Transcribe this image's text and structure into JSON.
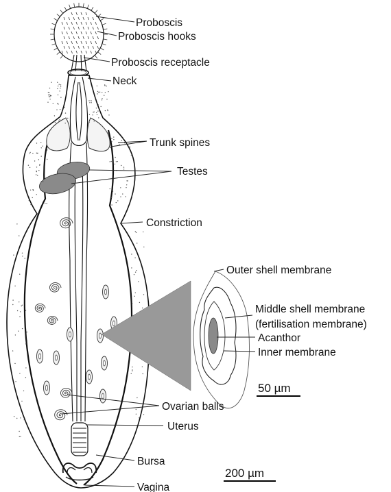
{
  "labels": {
    "proboscis": "Proboscis",
    "proboscis_hooks": "Proboscis hooks",
    "proboscis_receptacle": "Proboscis receptacle",
    "neck": "Neck",
    "trunk_spines": "Trunk spines",
    "testes": "Testes",
    "constriction": "Constriction",
    "ovarian_balls": "Ovarian balls",
    "uterus": "Uterus",
    "bursa": "Bursa",
    "vagina": "Vagina",
    "outer_shell_membrane": "Outer shell membrane",
    "middle_shell_membrane": "Middle shell membrane",
    "fertilisation_membrane": "(fertilisation membrane)",
    "acanthor": "Acanthor",
    "inner_membrane": "Inner membrane"
  },
  "scale_bars": {
    "egg": "50 µm",
    "body": "200 µm"
  }
}
